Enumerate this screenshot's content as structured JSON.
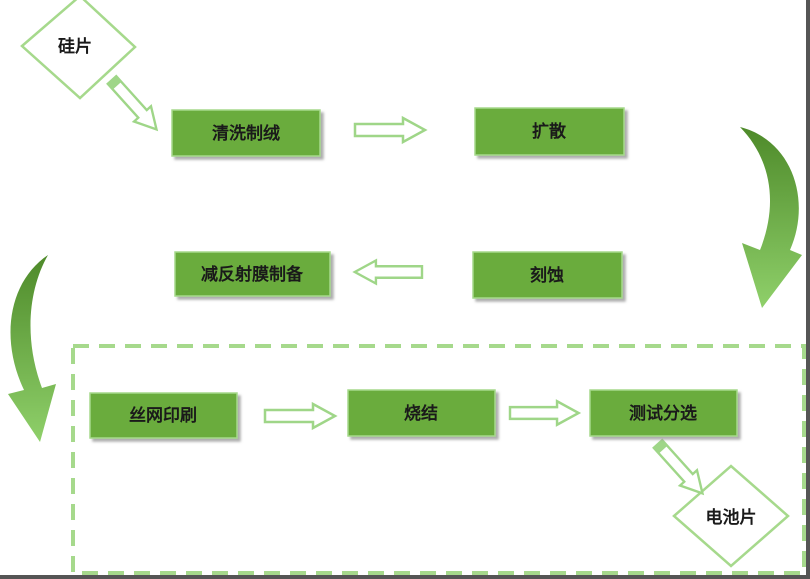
{
  "nodes": {
    "start": "硅片",
    "step1": "清洗制绒",
    "step2": "扩散",
    "step3": "刻蚀",
    "step4": "减反射膜制备",
    "step5": "丝网印刷",
    "step6": "烧结",
    "step7": "测试分选",
    "end": "电池片"
  },
  "colors": {
    "box_fill": "#6aac3c",
    "box_border": "#a6d98c",
    "arrow_outline": "#9fd688",
    "curve_dark": "#4e8a2a",
    "curve_light": "#8fd06a",
    "dashed_border": "#a6d98c"
  }
}
